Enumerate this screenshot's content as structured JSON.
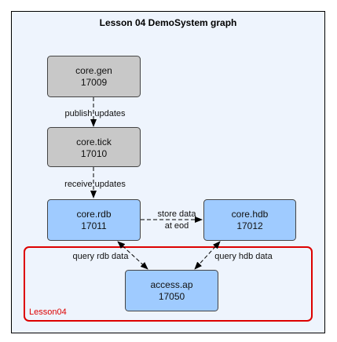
{
  "title": "Lesson 04 DemoSystem graph",
  "colors": {
    "frame_background": "#eef4fd",
    "frame_border": "#000000",
    "cluster_border": "#dd0000",
    "node_gray": "#c8c8c8",
    "node_blue": "#9fcbff"
  },
  "cluster": {
    "label": "Lesson04"
  },
  "nodes": {
    "core_gen": {
      "name": "core.gen",
      "port": "17009"
    },
    "core_tick": {
      "name": "core.tick",
      "port": "17010"
    },
    "core_rdb": {
      "name": "core.rdb",
      "port": "17011"
    },
    "core_hdb": {
      "name": "core.hdb",
      "port": "17012"
    },
    "access_ap": {
      "name": "access.ap",
      "port": "17050"
    }
  },
  "edges": {
    "gen_tick": {
      "label": "publish updates"
    },
    "tick_rdb": {
      "label": "receive updates"
    },
    "rdb_hdb": {
      "label_line1": "store data",
      "label_line2": "at eod"
    },
    "ap_rdb": {
      "label": "query rdb data"
    },
    "ap_hdb": {
      "label": "query hdb data"
    }
  }
}
